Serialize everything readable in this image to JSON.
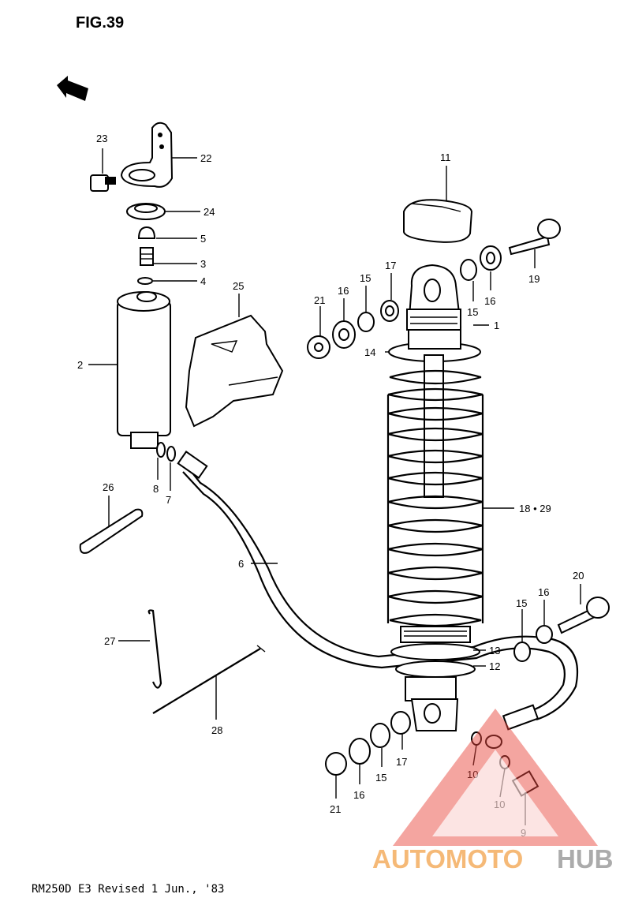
{
  "figure": {
    "title": "FIG.39"
  },
  "footer": {
    "text": "RM250D E3 Revised 1 Jun., '83"
  },
  "labels": {
    "p1": "1",
    "p2": "2",
    "p3": "3",
    "p4": "4",
    "p5": "5",
    "p6": "6",
    "p7": "7",
    "p8": "8",
    "p9": "9",
    "p10a": "10",
    "p10b": "10",
    "p11": "11",
    "p12": "12",
    "p13": "13",
    "p14": "14",
    "p15a": "15",
    "p15b": "15",
    "p15c": "15",
    "p16a": "16",
    "p16b": "16",
    "p16c": "16",
    "p16d": "16",
    "p17a": "17",
    "p17b": "17",
    "p1829": "18 • 29",
    "p19": "19",
    "p20": "20",
    "p21a": "21",
    "p21b": "21",
    "p22": "22",
    "p23": "23",
    "p24": "24",
    "p25": "25",
    "p26": "26",
    "p27": "27",
    "p28": "28"
  },
  "watermark": {
    "word1": "AUTOMOTO",
    "word2": "HUB",
    "color1": "#f2a24a",
    "color2": "#8f8f8f",
    "triangle_color": "#e8453c"
  }
}
